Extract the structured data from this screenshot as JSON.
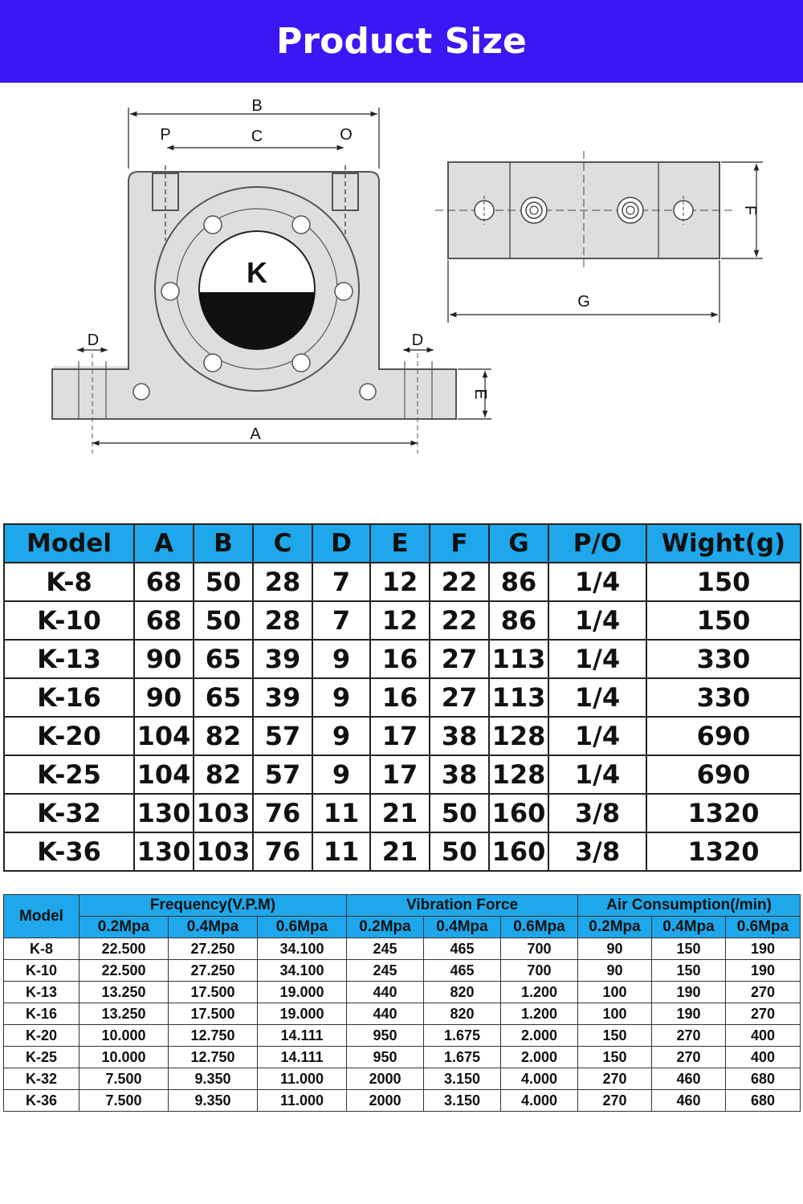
{
  "header": {
    "title": "Product Size"
  },
  "drawing": {
    "labels": {
      "B": "B",
      "P": "P",
      "C": "C",
      "O": "O",
      "K": "K",
      "D_left": "D",
      "D_right": "D",
      "E": "E",
      "A": "A",
      "F": "F",
      "G": "G"
    },
    "colors": {
      "body": "#dedede",
      "outline": "#555555",
      "dark": "#111111"
    }
  },
  "size_table": {
    "columns": [
      "Model",
      "A",
      "B",
      "C",
      "D",
      "E",
      "F",
      "G",
      "P/O",
      "Wight(g)"
    ],
    "rows": [
      [
        "K-8",
        "68",
        "50",
        "28",
        "7",
        "12",
        "22",
        "86",
        "1/4",
        "150"
      ],
      [
        "K-10",
        "68",
        "50",
        "28",
        "7",
        "12",
        "22",
        "86",
        "1/4",
        "150"
      ],
      [
        "K-13",
        "90",
        "65",
        "39",
        "9",
        "16",
        "27",
        "113",
        "1/4",
        "330"
      ],
      [
        "K-16",
        "90",
        "65",
        "39",
        "9",
        "16",
        "27",
        "113",
        "1/4",
        "330"
      ],
      [
        "K-20",
        "104",
        "82",
        "57",
        "9",
        "17",
        "38",
        "128",
        "1/4",
        "690"
      ],
      [
        "K-25",
        "104",
        "82",
        "57",
        "9",
        "17",
        "38",
        "128",
        "1/4",
        "690"
      ],
      [
        "K-32",
        "130",
        "103",
        "76",
        "11",
        "21",
        "50",
        "160",
        "3/8",
        "1320"
      ],
      [
        "K-36",
        "130",
        "103",
        "76",
        "11",
        "21",
        "50",
        "160",
        "3/8",
        "1320"
      ]
    ]
  },
  "perf_table": {
    "model_header": "Model",
    "groups": [
      "Frequency(V.P.M)",
      "Vibration Force",
      "Air Consumption(/min)"
    ],
    "pressures": [
      "0.2Mpa",
      "0.4Mpa",
      "0.6Mpa",
      "0.2Mpa",
      "0.4Mpa",
      "0.6Mpa",
      "0.2Mpa",
      "0.4Mpa",
      "0.6Mpa"
    ],
    "rows": [
      [
        "K-8",
        "22.500",
        "27.250",
        "34.100",
        "245",
        "465",
        "700",
        "90",
        "150",
        "190"
      ],
      [
        "K-10",
        "22.500",
        "27.250",
        "34.100",
        "245",
        "465",
        "700",
        "90",
        "150",
        "190"
      ],
      [
        "K-13",
        "13.250",
        "17.500",
        "19.000",
        "440",
        "820",
        "1.200",
        "100",
        "190",
        "270"
      ],
      [
        "K-16",
        "13.250",
        "17.500",
        "19.000",
        "440",
        "820",
        "1.200",
        "100",
        "190",
        "270"
      ],
      [
        "K-20",
        "10.000",
        "12.750",
        "14.111",
        "950",
        "1.675",
        "2.000",
        "150",
        "270",
        "400"
      ],
      [
        "K-25",
        "10.000",
        "12.750",
        "14.111",
        "950",
        "1.675",
        "2.000",
        "150",
        "270",
        "400"
      ],
      [
        "K-32",
        "7.500",
        "9.350",
        "11.000",
        "2000",
        "3.150",
        "4.000",
        "270",
        "460",
        "680"
      ],
      [
        "K-36",
        "7.500",
        "9.350",
        "11.000",
        "2000",
        "3.150",
        "4.000",
        "270",
        "460",
        "680"
      ]
    ]
  }
}
